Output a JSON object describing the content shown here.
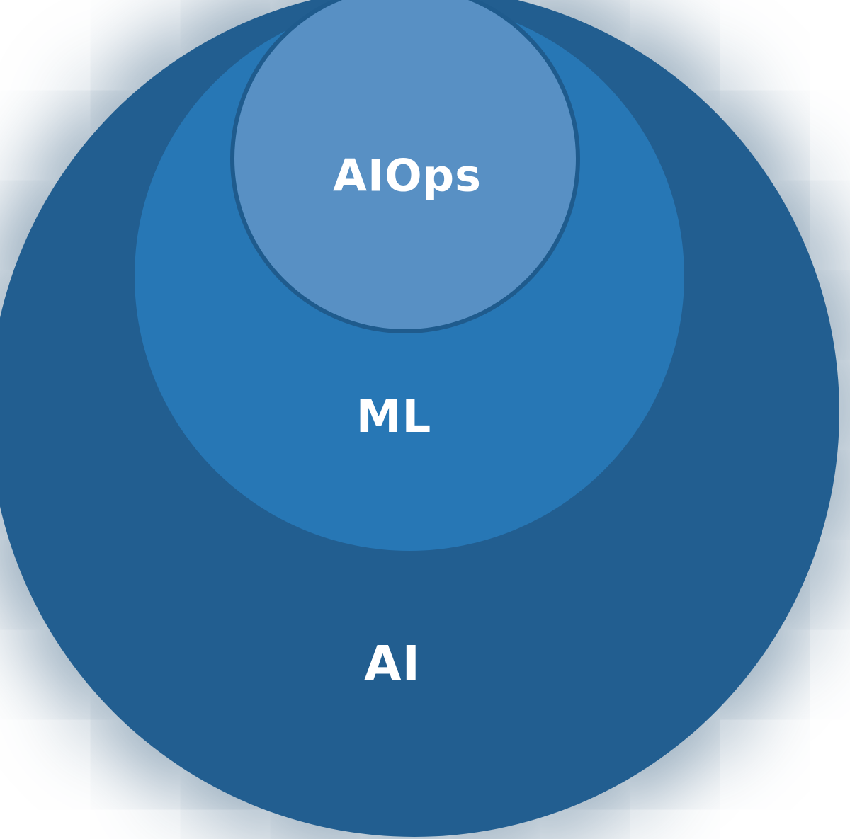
{
  "diagram": {
    "type": "nested-venn",
    "circles": [
      {
        "id": "ai",
        "label": "AI",
        "fill": "#225e90",
        "text_color": "#ffffff"
      },
      {
        "id": "ml",
        "label": "ML",
        "fill": "#2777b5",
        "text_color": "#ffffff"
      },
      {
        "id": "aiops",
        "label": "AIOps",
        "fill": "#5890c4",
        "border_color": "#1f5b8d",
        "text_color": "#ffffff"
      }
    ],
    "background_color": "#ffffff",
    "halo_color": "rgba(45,88,122,0.55)"
  }
}
